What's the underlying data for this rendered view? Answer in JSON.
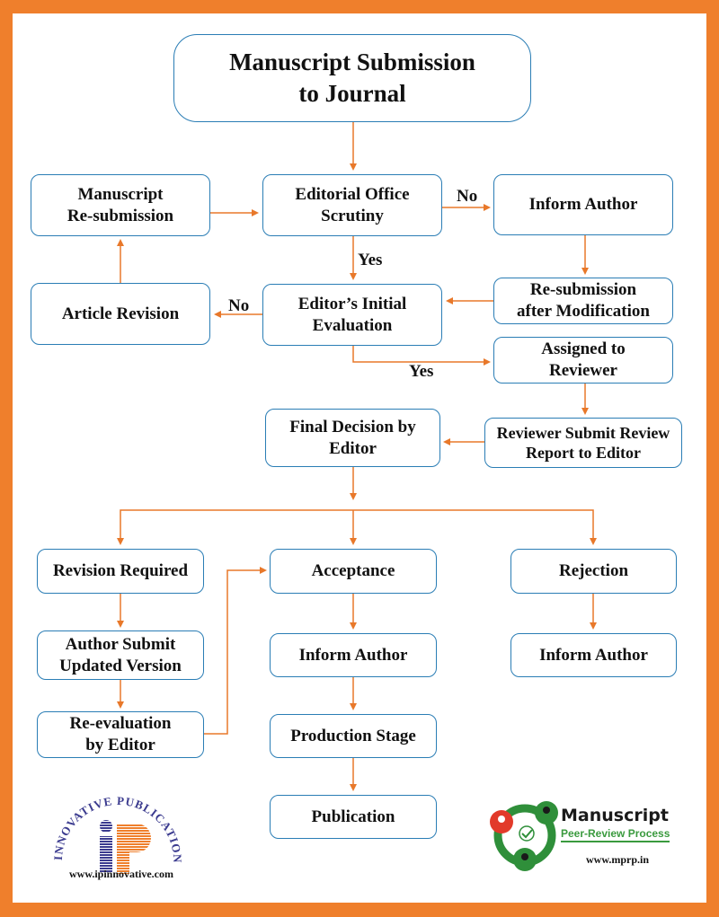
{
  "colors": {
    "border": "#ef7f2c",
    "box_stroke": "#2a7db5",
    "arrow": "#e8782a",
    "text": "#111111"
  },
  "nodes": {
    "submission": "Manuscript Submission\nto Journal",
    "resubmission": "Manuscript\nRe-submission",
    "scrutiny": "Editorial Office\nScrutiny",
    "inform_author_1": "Inform Author",
    "article_revision": "Article Revision",
    "initial_eval": "Editor’s Initial\nEvaluation",
    "resub_after_mod": "Re-submission\nafter Modification",
    "assigned_reviewer": "Assigned to\nReviewer",
    "final_decision": "Final Decision by\nEditor",
    "review_report": "Reviewer Submit Review\nReport to Editor",
    "revision_required": "Revision Required",
    "acceptance": "Acceptance",
    "rejection": "Rejection",
    "author_submit_updated": "Author Submit\nUpdated Version",
    "inform_author_accept": "Inform Author",
    "inform_author_reject": "Inform Author",
    "re_evaluation": "Re-evaluation\nby Editor",
    "production": "Production Stage",
    "publication": "Publication"
  },
  "edge_labels": {
    "scrutiny_no": "No",
    "scrutiny_yes": "Yes",
    "eval_no": "No",
    "eval_yes": "Yes"
  },
  "logos": {
    "ip": {
      "arc_text": "INNOVATIVE PUBLICATION",
      "mark": "ip",
      "url": "www.ipinnovative.com"
    },
    "mprp": {
      "title": "Manuscript",
      "subtitle": "Peer-Review Process",
      "url": "www.mprp.in"
    }
  }
}
